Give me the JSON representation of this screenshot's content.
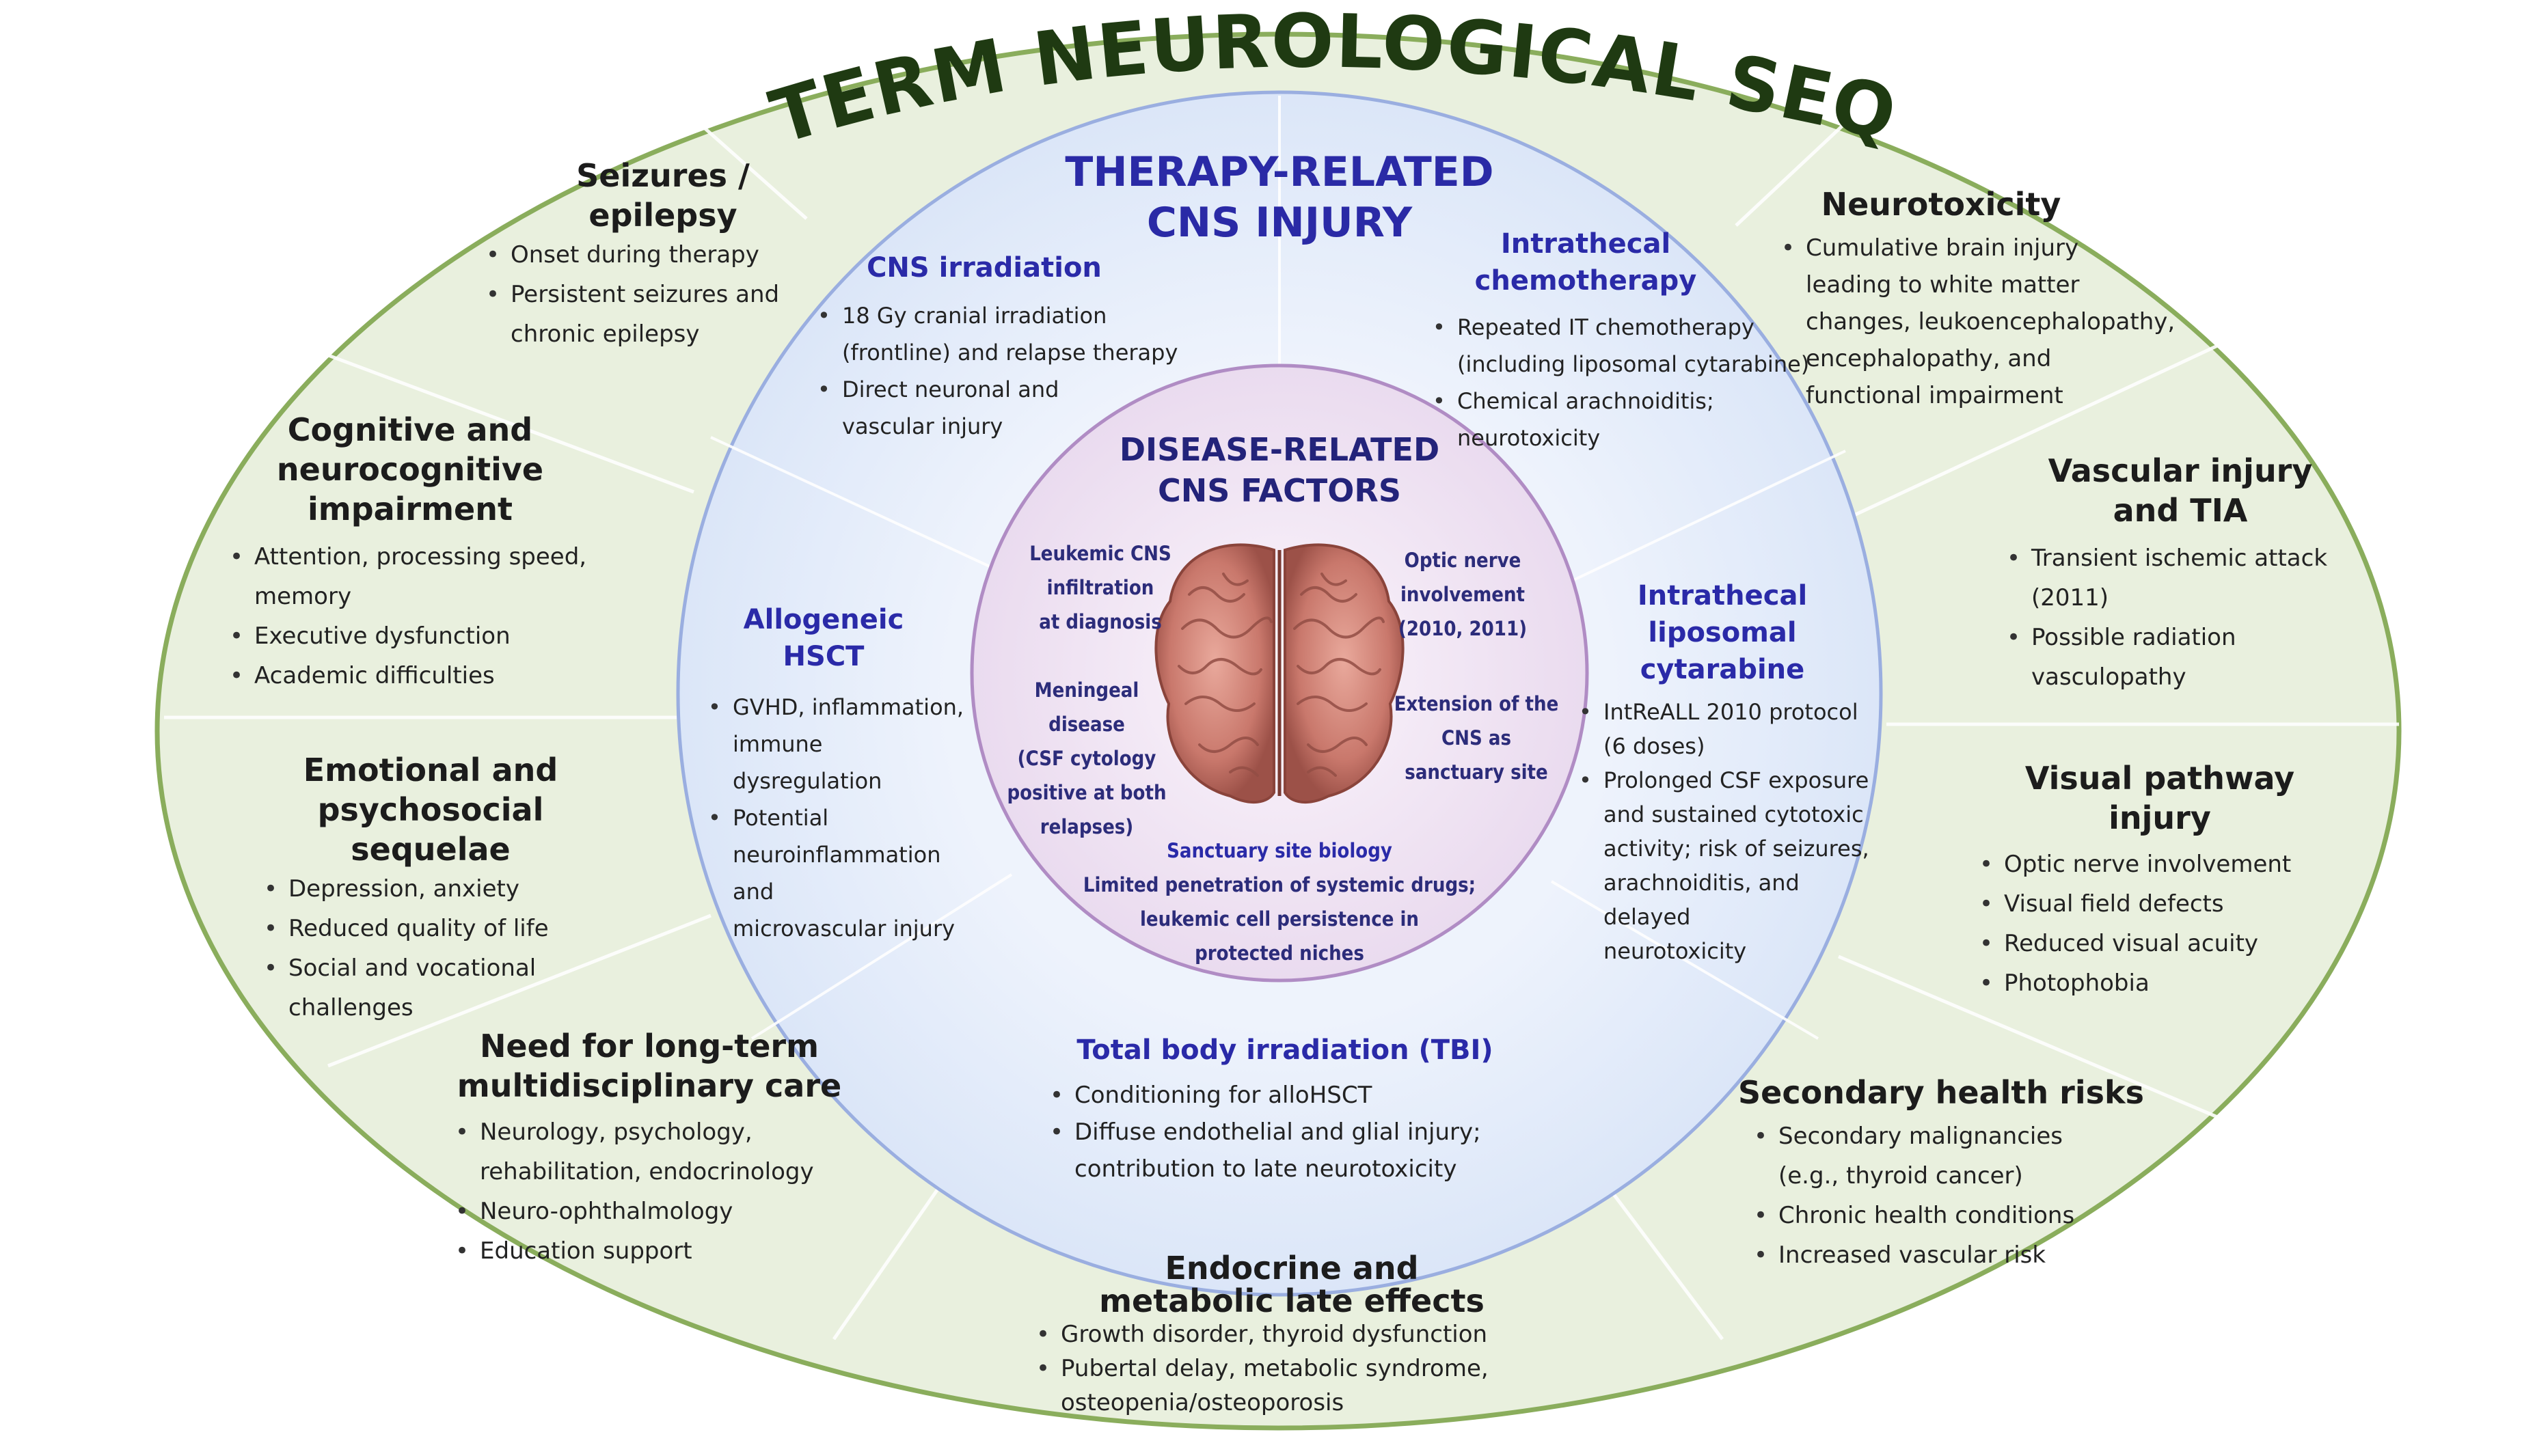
{
  "title": "LONG-TERM NEUROLOGICAL SEQUELAE",
  "colors": {
    "outer_ring": "#e8f0dc",
    "outer_border": "#8aad5c",
    "middle_circle": "#e3ecfa",
    "middle_border": "#9aaee0",
    "inner_circle": "#f1e6f3",
    "inner_border": "#b08cc4",
    "title_green": "#1f3a12",
    "heading_blue": "#2a2aa8"
  },
  "outer_sections": {
    "seizures": {
      "title": "Seizures /\nepilepsy",
      "items": [
        "Onset during therapy",
        "Persistent seizures and\nchronic epilepsy"
      ]
    },
    "cognitive": {
      "title": "Cognitive and\nneurocognitive\nimpairment",
      "items": [
        "Attention, processing speed,\nmemory",
        "Executive dysfunction",
        "Academic difficulties"
      ]
    },
    "emotional": {
      "title": "Emotional and\npsychosocial sequelae",
      "items": [
        "Depression, anxiety",
        "Reduced quality of life",
        "Social and vocational\nchallenges"
      ]
    },
    "care": {
      "title": "Need for long-term\nmultidisciplinary care",
      "items": [
        "Neurology, psychology,\nrehabilitation, endocrinology",
        "Neuro-ophthalmology",
        "Education support"
      ]
    },
    "endocrine": {
      "title": "Endocrine and\nmetabolic late effects",
      "items": [
        "Growth disorder, thyroid dysfunction",
        "Pubertal delay, metabolic syndrome,\nosteopenia/osteoporosis"
      ]
    },
    "secondary": {
      "title": "Secondary health risks",
      "items": [
        "Secondary malignancies\n(e.g., thyroid cancer)",
        "Chronic health conditions",
        "Increased vascular risk"
      ]
    },
    "visual": {
      "title": "Visual pathway\ninjury",
      "items": [
        "Optic nerve involvement",
        "Visual field defects",
        "Reduced visual acuity",
        "Photophobia"
      ]
    },
    "vascular": {
      "title": "Vascular injury\nand TIA",
      "items": [
        "Transient ischemic attack\n(2011)",
        "Possible radiation\nvasculopathy"
      ]
    },
    "neurotoxicity": {
      "title": "Neurotoxicity",
      "items": [
        "Cumulative brain injury\nleading to white matter\nchanges, leukoencephalopathy,\nencephalopathy, and\nfunctional impairment"
      ]
    }
  },
  "therapy": {
    "title": "THERAPY-RELATED\nCNS INJURY",
    "cns_irradiation": {
      "title": "CNS irradiation",
      "items": [
        "18 Gy cranial irradiation\n(frontline) and relapse therapy",
        "Direct neuronal and\nvascular injury"
      ]
    },
    "intrathecal_chemo": {
      "title": "Intrathecal\nchemotherapy",
      "items": [
        "Repeated IT chemotherapy\n(including liposomal cytarabine)",
        "Chemical arachnoiditis;\nneurotoxicity"
      ]
    },
    "allogeneic": {
      "title": "Allogeneic HSCT",
      "items": [
        "GVHD, inflammation,\nimmune dysregulation",
        "Potential\nneuroinflammation and\nmicrovascular injury"
      ]
    },
    "liposomal": {
      "title": "Intrathecal\nliposomal cytarabine",
      "items": [
        "IntReALL 2010 protocol\n(6 doses)",
        "Prolonged CSF exposure\nand sustained cytotoxic\nactivity; risk of seizures,\narachnoiditis, and delayed\nneurotoxicity"
      ]
    },
    "tbi": {
      "title": "Total body irradiation (TBI)",
      "items": [
        "Conditioning for alloHSCT",
        "Diffuse endothelial and glial injury;\ncontribution to late neurotoxicity"
      ]
    }
  },
  "disease": {
    "title": "DISEASE-RELATED\nCNS FACTORS",
    "leukemic": "Leukemic CNS\ninfiltration\nat diagnosis",
    "meningeal": "Meningeal\ndisease\n(CSF cytology\npositive at both\nrelapses)",
    "optic": "Optic nerve\ninvolvement\n(2010, 2011)",
    "extension": "Extension of the\nCNS as\nsanctuary site",
    "sanctuary_title": "Sanctuary site biology",
    "sanctuary_text": "Limited penetration of systemic drugs;\nleukemic cell persistence in\nprotected niches"
  }
}
